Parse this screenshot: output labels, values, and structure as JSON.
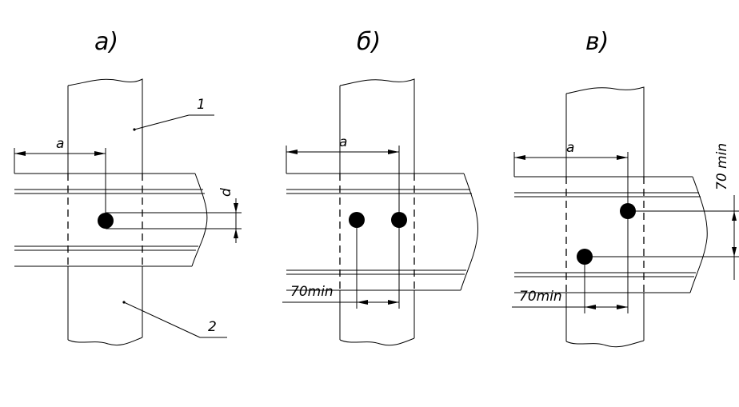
{
  "panels": [
    {
      "id": "a",
      "label": "а)",
      "dim_a": "a",
      "dim_d": "d",
      "callout_1": "1",
      "callout_2": "2"
    },
    {
      "id": "b",
      "label": "б)",
      "dim_a": "a",
      "dim_min": "70min"
    },
    {
      "id": "c",
      "label": "в)",
      "dim_a": "a",
      "dim_min_h": "70min",
      "dim_min_v": "70 min"
    }
  ]
}
